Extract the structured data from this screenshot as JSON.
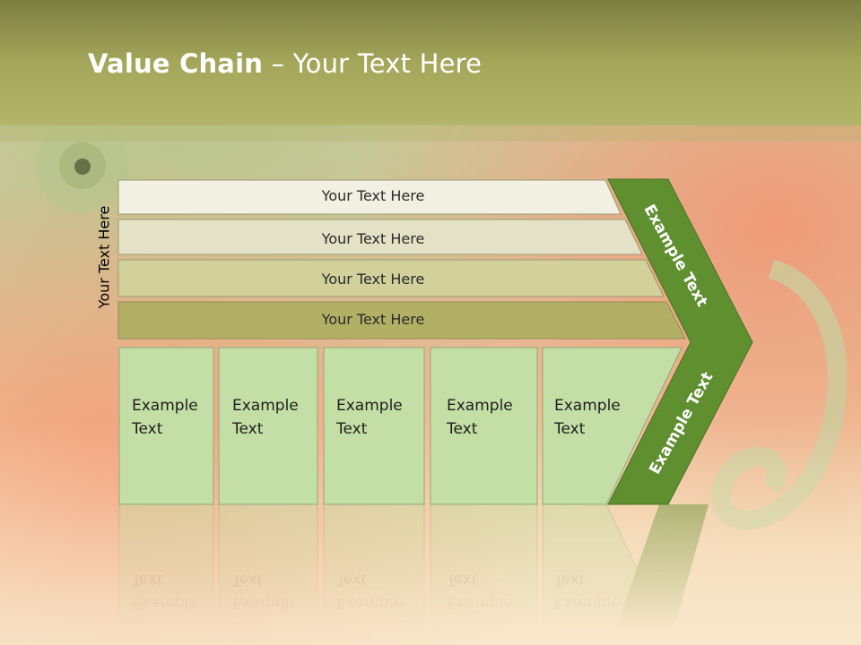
{
  "title": {
    "bold": "Value Chain",
    "rest": " – Your Text Here"
  },
  "side_label": "Your Text Here",
  "rows": [
    {
      "label": "Your Text Here"
    },
    {
      "label": "Your Text Here"
    },
    {
      "label": "Your Text Here"
    },
    {
      "label": "Your Text Here"
    }
  ],
  "boxes": [
    {
      "line1": "Example",
      "line2": "Text"
    },
    {
      "line1": "Example",
      "line2": "Text"
    },
    {
      "line1": "Example",
      "line2": "Text"
    },
    {
      "line1": "Example",
      "line2": "Text"
    },
    {
      "line1": "Example",
      "line2": "Text"
    }
  ],
  "chevron": {
    "upper": "Example Text",
    "lower": "Example Text"
  },
  "colors": {
    "header": "#a6a85a",
    "row_fills": [
      "#f1f0e3",
      "#e3e2c6",
      "#d2d09b",
      "#b3b066"
    ],
    "box_fill": "#c4dfa6",
    "chevron": "#5f8f2f"
  }
}
